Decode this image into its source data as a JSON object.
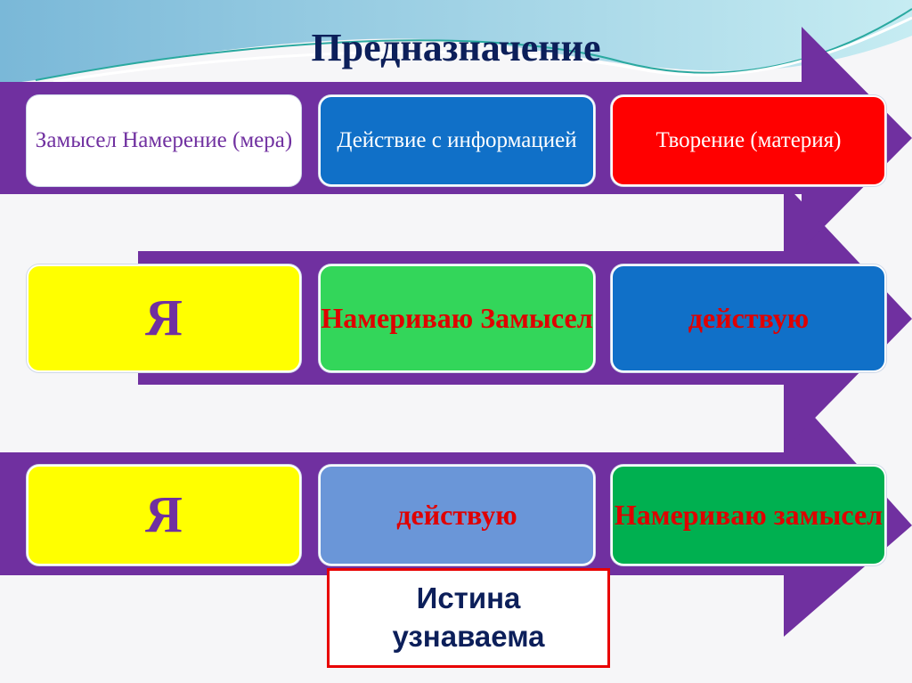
{
  "title": "Предназначение",
  "colors": {
    "arrow": "#7030a0",
    "text_red": "#e00000",
    "text_purple": "#7030a0"
  },
  "rows": [
    {
      "boxes": [
        {
          "text": "Замысел Намерение (мера)",
          "bg": "#ffffff"
        },
        {
          "text": "Действие  с информацией",
          "bg": "#1070c8"
        },
        {
          "text": "Творение (материя)",
          "bg": "#ff0000"
        }
      ]
    },
    {
      "boxes": [
        {
          "text": "Я",
          "bg": "#ffff00"
        },
        {
          "text": "Намериваю Замысел",
          "bg": "#33d65a"
        },
        {
          "text": "действую",
          "bg": "#1070c8"
        }
      ]
    },
    {
      "boxes": [
        {
          "text": "Я",
          "bg": "#ffff00"
        },
        {
          "text": "действую",
          "bg": "#6a96d8"
        },
        {
          "text": "Намериваю замысел",
          "bg": "#00b050"
        }
      ]
    }
  ],
  "truth": {
    "line1": "Истина",
    "line2": "узнаваема"
  }
}
